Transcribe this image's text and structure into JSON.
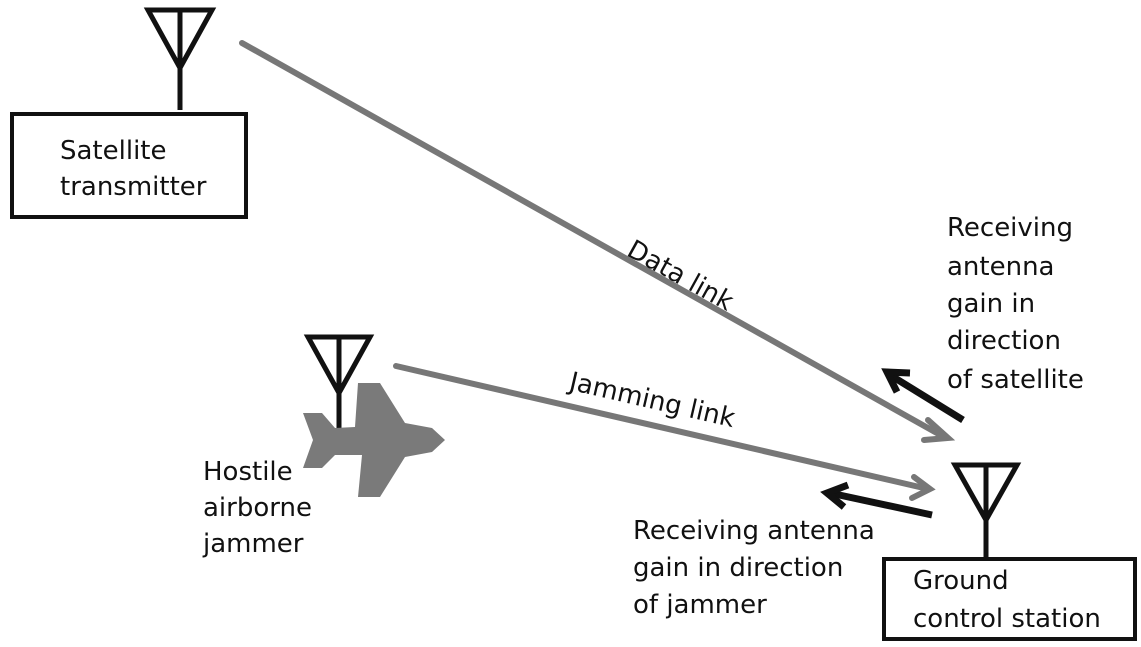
{
  "diagram": {
    "nodes": {
      "satellite": {
        "line1": "Satellite",
        "line2": "transmitter"
      },
      "ground": {
        "line1": "Ground",
        "line2": "control station"
      },
      "jammer": {
        "line1": "Hostile",
        "line2": "airborne",
        "line3": "jammer"
      }
    },
    "links": {
      "data_link": "Data link",
      "jamming_link": "Jamming link"
    },
    "annotations": {
      "gain_satellite": [
        "Receiving",
        "antenna",
        "gain in",
        "direction",
        "of satellite"
      ],
      "gain_jammer": [
        "Receiving antenna",
        "gain in direction",
        "of jammer"
      ]
    },
    "colors": {
      "link": "#777777",
      "outline": "#111111",
      "aircraft": "#7a7a7a"
    }
  }
}
